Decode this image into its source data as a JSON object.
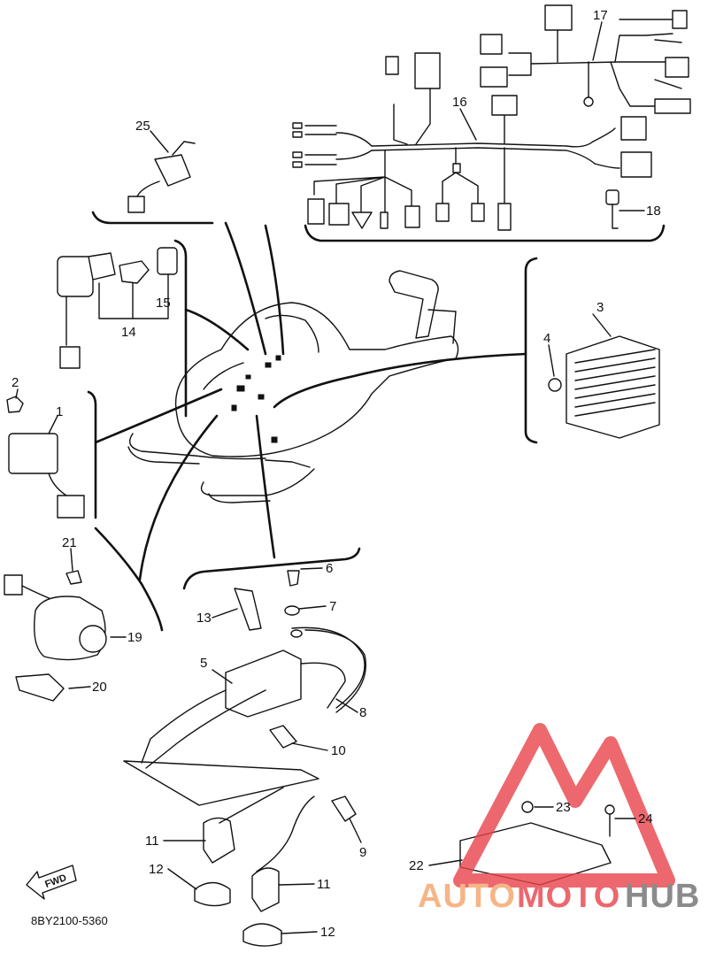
{
  "diagram": {
    "part_code": "8BY2100-5360",
    "fwd_label": "FWD",
    "callouts": [
      "1",
      "2",
      "3",
      "4",
      "5",
      "6",
      "7",
      "8",
      "9",
      "10",
      "11",
      "11",
      "12",
      "12",
      "13",
      "14",
      "15",
      "16",
      "17",
      "18",
      "19",
      "20",
      "21",
      "22",
      "23",
      "24",
      "25"
    ]
  },
  "watermark": {
    "text_a": "AUTO",
    "text_b": "MOTO",
    "text_c": "HUB",
    "color_light": "#f4a36a",
    "color_red": "#e8434a",
    "color_dark": "#6f6f6f"
  }
}
